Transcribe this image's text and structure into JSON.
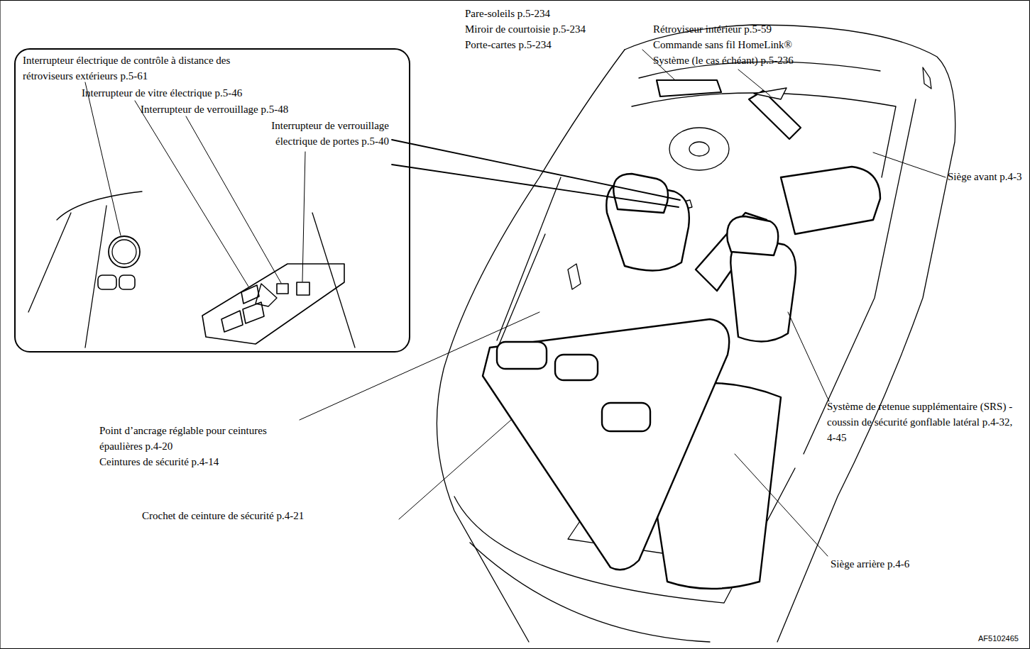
{
  "diagram": {
    "nodes": [
      {
        "text": [
          "Interrupteur électrique de contrôle à distance des rétroviseurs extérieurs p.5-61",
          "Interrupteur de vitre électrique p.5-46",
          "Interrupteur de verrouillage p.5-48",
          "Interrupteur de verrouillage électrique de portes p.5-40"
        ]
      }
    ],
    "labels": [
      "Pare-soleils p.5-234",
      "Miroir de courtoisie p.5-234",
      "Porte-cartes p.5-234",
      "Rétroviseur intérieur p.5-59",
      "Commande sans fil HomeLink® Système (le cas échéant) p.5-236",
      "Siège avant p.4-3",
      "Système de retenue supplémentaire (SRS) - coussin de sécurité gonflable latéral p.4-32, 4-45",
      "Siège arrière p.4-6",
      "Crochet de ceinture de sécurité p.4-21",
      "Point d’ancrage réglable pour ceintures épaulières p.4-20",
      "Ceintures de sécurité p.4-14",
      "AF5102465"
    ]
  }
}
